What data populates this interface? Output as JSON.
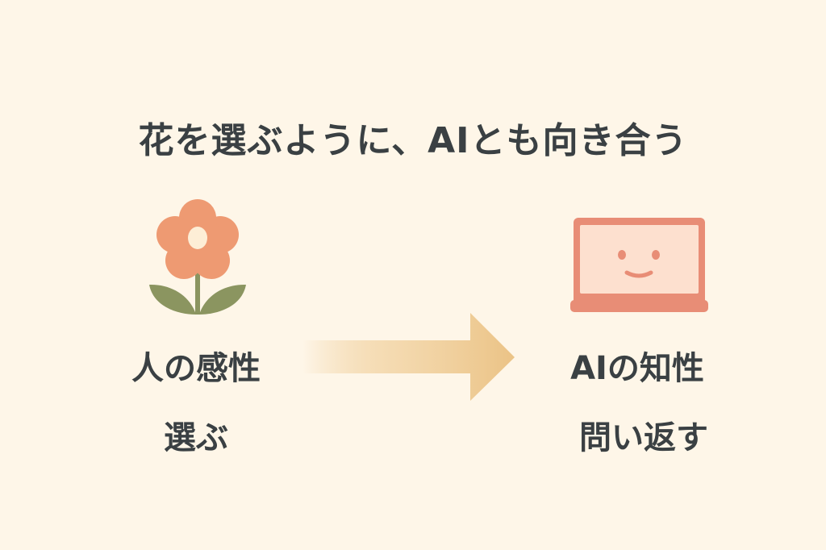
{
  "title": "花を選ぶように、AIとも向き合う",
  "left": {
    "label1": "人の感性",
    "label2": "選ぶ",
    "icon": "flower-icon"
  },
  "right": {
    "label1": "AIの知性",
    "label2": "問い返す",
    "icon": "smiling-laptop-icon"
  },
  "colors": {
    "background": "#fef6e8",
    "petal": "#ee9a72",
    "leaf": "#8b9560",
    "laptop": "#e88d76",
    "screen": "#fde0cf",
    "arrow": "#ebc386",
    "text": "#3a4043"
  }
}
